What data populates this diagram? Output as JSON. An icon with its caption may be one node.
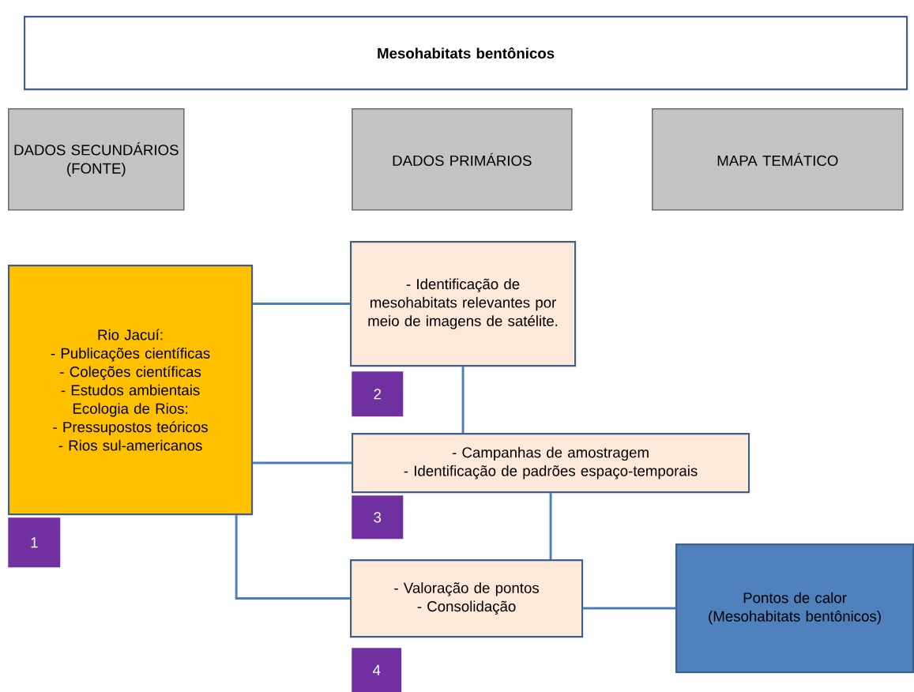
{
  "diagram": {
    "nodes": [
      {
        "text": [
          "Mesohabitats bentônicos"
        ]
      },
      {
        "text": [
          "DADOS SECUNDÁRIOS (FONTE)"
        ]
      },
      {
        "text": [
          "DADOS PRIMÁRIOS"
        ]
      },
      {
        "text": [
          "MAPA TEMÁTICO"
        ]
      },
      {
        "text": [
          "Rio Jacuí:",
          "- Publicações científicas",
          "- Coleções científicas",
          "- Estudos ambientais",
          "Ecologia de Rios:",
          "- Pressupostos teóricos",
          "- Rios sul-americanos"
        ]
      },
      {
        "text": [
          "- Identificação de mesohabitats relevantes por meio de imagens de satélite."
        ]
      },
      {
        "text": [
          "2"
        ]
      },
      {
        "text": [
          "- Campanhas de amostragem",
          "- Identificação de padrões espaço-temporais"
        ]
      },
      {
        "text": [
          "3"
        ]
      },
      {
        "text": [
          "1"
        ]
      },
      {
        "text": [
          "- Valoração de pontos",
          "- Consolidação"
        ]
      },
      {
        "text": [
          "4"
        ]
      },
      {
        "text": [
          "Pontos de calor (Mesohabitats bentônicos)"
        ]
      }
    ],
    "edges": [
      {
        "from": 4,
        "to": 5,
        "arrow": "none"
      },
      {
        "from": 5,
        "to": 7,
        "arrow": "none"
      },
      {
        "from": 4,
        "to": 7,
        "arrow": "none"
      },
      {
        "from": 7,
        "to": 10,
        "arrow": "none"
      },
      {
        "from": 4,
        "to": 10,
        "arrow": "none"
      },
      {
        "from": 10,
        "to": 12,
        "arrow": "none"
      }
    ]
  }
}
